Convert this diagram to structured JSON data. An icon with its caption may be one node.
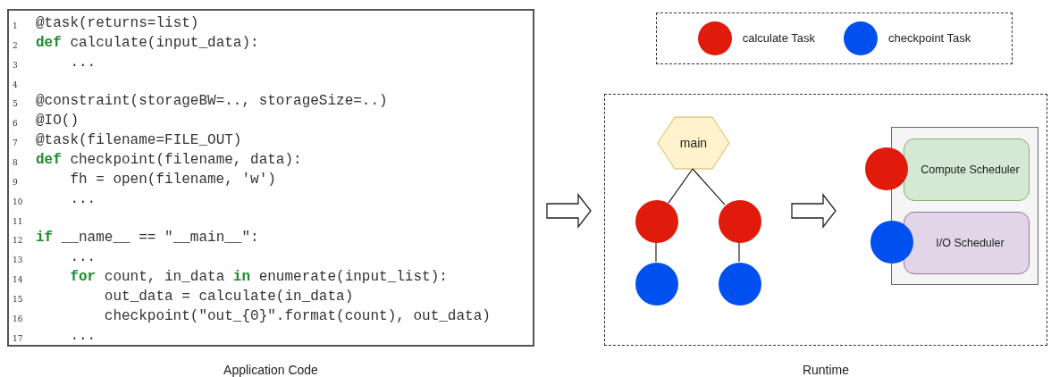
{
  "diagram": {
    "nodes": [
      {
        "text": [
          "@task(returns=list)",
          "**def** calculate(input_data):",
          "...",
          "@constraint(storageBW=.., storageSize=..)",
          "@IO()",
          "@task(filename=FILE_OUT)",
          "**def** checkpoint(filename, data):",
          "fh = open(filename, 'w')",
          "...",
          "**if** __name__ == \"__main__\":",
          "...",
          "**for** count, in_data **in** enumerate(input_list):",
          "out_data = calculate(in_data)",
          "checkpoint(\"out_{0}\".format(count), out_data)",
          "..."
        ],
        "beside": [
          "Application Code"
        ]
      },
      {
        "text": [],
        "shape": "box",
        "beside": [
          "Runtime"
        ]
      },
      {
        "text": [
          "main"
        ],
        "in": 1
      },
      {
        "text": [],
        "shape": "circle",
        "in": 1
      },
      {
        "text": [],
        "shape": "circle",
        "in": 1
      },
      {
        "text": [],
        "shape": "circle",
        "in": 1
      },
      {
        "text": [],
        "shape": "circle",
        "in": 1
      },
      {
        "text": [],
        "shape": "box",
        "in": 1
      },
      {
        "text": [
          "Compute Scheduler"
        ],
        "in": 7
      },
      {
        "text": [
          "I/O Scheduler"
        ],
        "in": 7
      },
      {
        "text": [],
        "shape": "circle",
        "in": 1
      },
      {
        "text": [],
        "shape": "circle",
        "in": 1
      }
    ],
    "edges": [
      {
        "from": 0,
        "to": 1,
        "arrow": "to",
        "style": "thick"
      },
      {
        "from": 2,
        "to": 3,
        "arrow": "none"
      },
      {
        "from": 2,
        "to": 4,
        "arrow": "none"
      },
      {
        "from": 3,
        "to": 5,
        "arrow": "none"
      },
      {
        "from": 4,
        "to": 6,
        "arrow": "none"
      }
    ],
    "labels": [
      "1",
      "2",
      "3",
      "4",
      "5",
      "6",
      "7",
      "8",
      "9",
      "10",
      "11",
      "12",
      "13",
      "14",
      "15",
      "16",
      "17"
    ],
    "legend": [
      {
        "text": "calculate Task",
        "color": "#e01b0b"
      },
      {
        "text": "checkpoint Task",
        "color": "#0050ef"
      }
    ]
  }
}
